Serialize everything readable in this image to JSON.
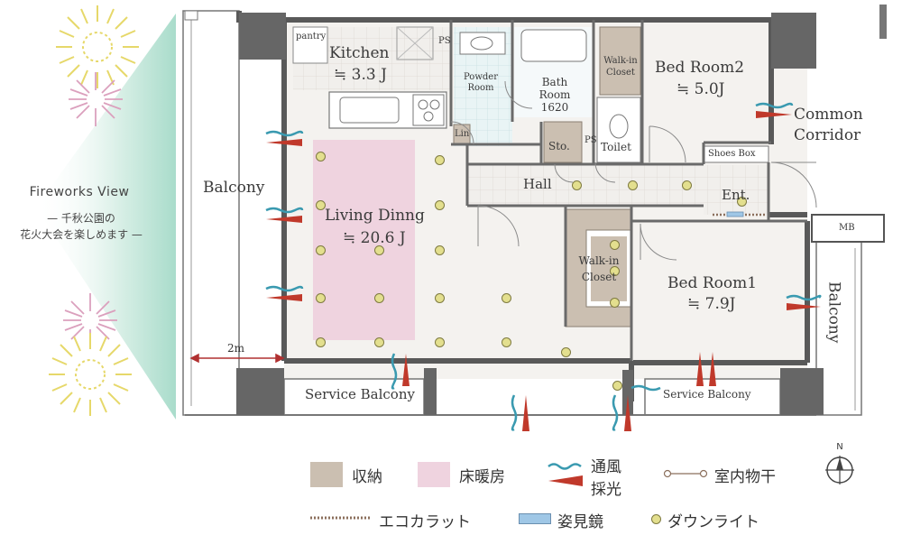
{
  "fireworks": {
    "title": "Fireworks View",
    "subtitle_1": "— 千秋公園の",
    "subtitle_2": "花火大会を楽しめます —"
  },
  "rooms": {
    "kitchen": "Kitchen",
    "kitchen_size": "≒ 3.3 J",
    "pantry": "pantry",
    "ps_top": "PS",
    "powder_room_1": "Powder",
    "powder_room_2": "Room",
    "bath_1": "Bath",
    "bath_2": "Room",
    "bath_3": "1620",
    "walkin_closet_1a": "Walk-in",
    "walkin_closet_1b": "Closet",
    "bedroom2": "Bed Room2",
    "bedroom2_size": "≒ 5.0J",
    "lin": "Lin",
    "sto": "Sto.",
    "ps_mid": "PS",
    "toilet": "Toilet",
    "shoes_box": "Shoes Box",
    "hall": "Hall",
    "ent": "Ent.",
    "living": "Living Dinng",
    "living_size": "≒ 20.6 J",
    "walkin_closet_2a": "Walk-in",
    "walkin_closet_2b": "Closet",
    "bedroom1": "Bed Room1",
    "bedroom1_size": "≒ 7.9J",
    "balcony_left": "Balcony",
    "balcony_right": "Balcony",
    "common_corridor_1": "Common",
    "common_corridor_2": "Corridor",
    "mb": "MB",
    "service_balcony_1": "Service Balcony",
    "service_balcony_2": "Service Balcony",
    "dimension_2m": "2m"
  },
  "legend": {
    "storage": "収納",
    "floor_heating": "床暖房",
    "ventilation_1": "通風",
    "ventilation_2": "採光",
    "indoor_drying": "室内物干",
    "eco_carat": "エコカラット",
    "mirror": "姿見鏡",
    "downlight": "ダウンライト"
  },
  "compass": {
    "north": "N"
  },
  "colors": {
    "storage": "#cbbfb1",
    "floor_heating": "#efd3df",
    "wall": "#595959",
    "floor": "#f4f2ef",
    "vent_teal": "#3a9ab0",
    "vent_red": "#c0392b",
    "downlight": "#e3df8e",
    "mirror": "#9fc7e6",
    "wet_area": "#e7f3f4",
    "fireworks_bg": "#e3f3ee",
    "fw_yellow": "#e6d86a",
    "fw_pink": "#dba0bd"
  }
}
